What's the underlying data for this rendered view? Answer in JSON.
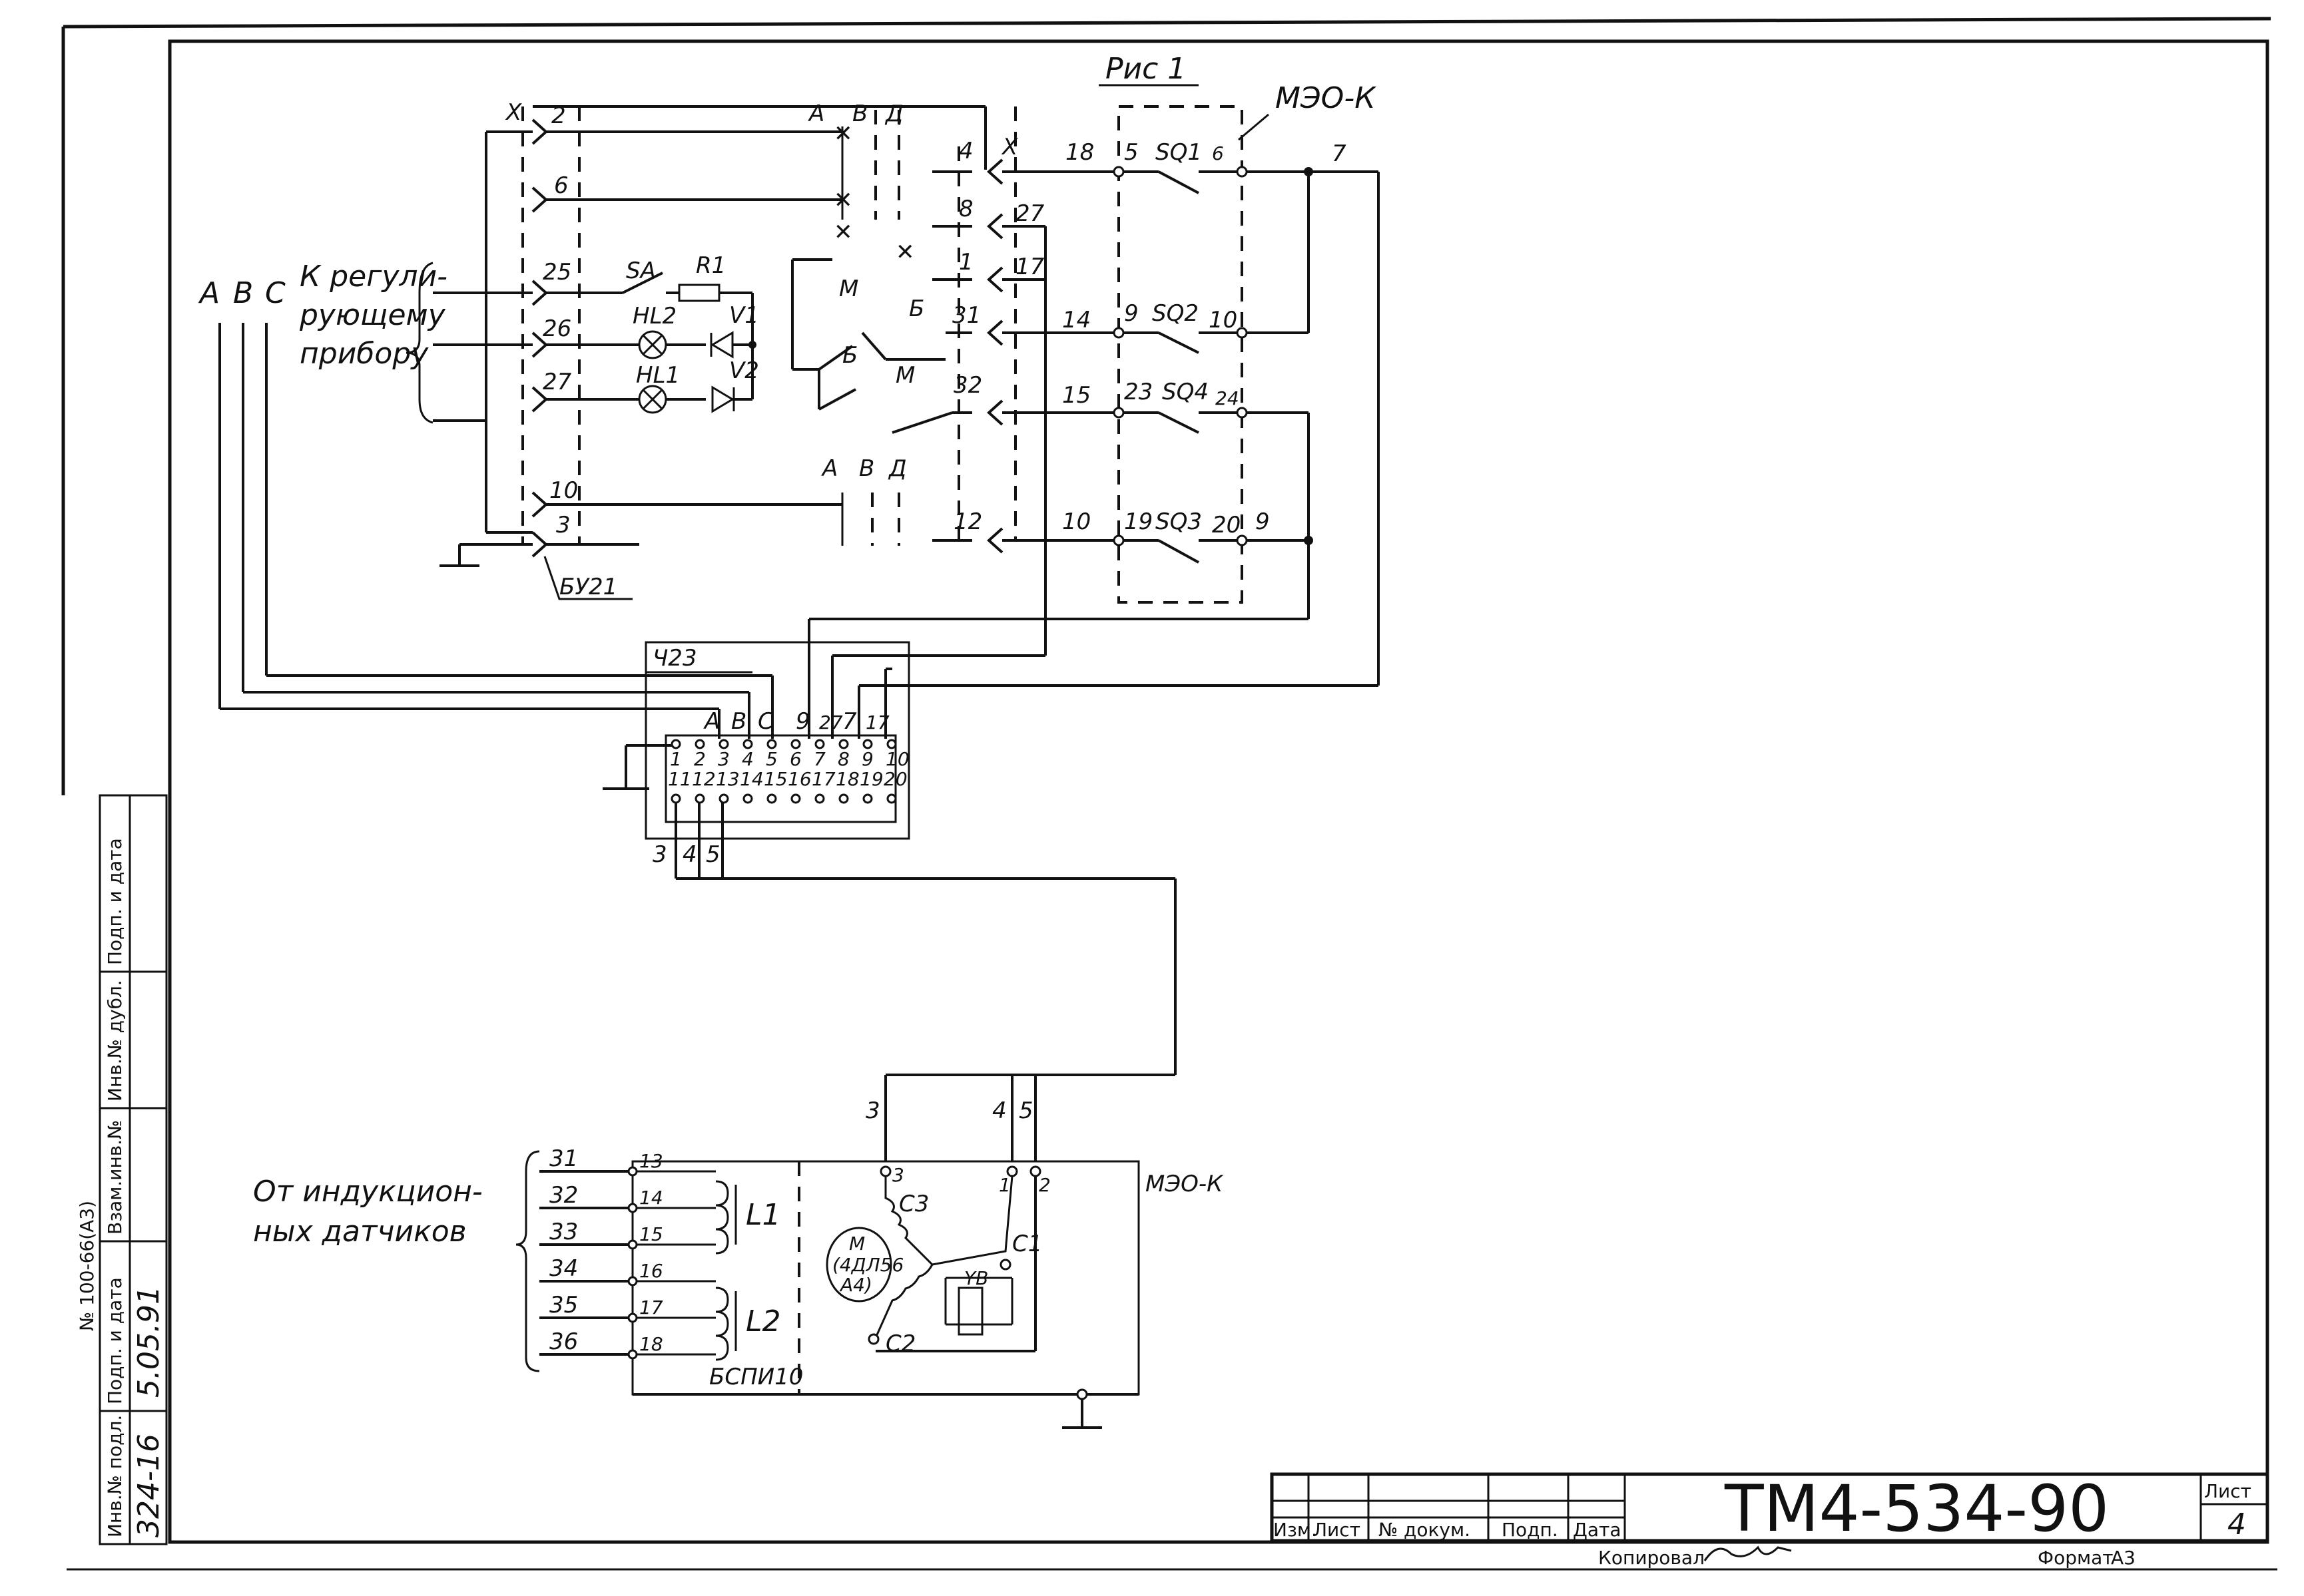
{
  "figure": {
    "title": "Рис 1",
    "device_top": "МЭО-К",
    "device_bottom": "МЭО-К",
    "motor": [
      "М",
      "(4ДЛ56",
      "А4)"
    ],
    "brake": "YB"
  },
  "connector_left": {
    "pins": [
      "2",
      "6",
      "25",
      "26",
      "27",
      "10",
      "3"
    ],
    "name": "БУ21",
    "x_mark": "Х"
  },
  "connector_right": {
    "pins": [
      "4",
      "8",
      "1",
      "31",
      "32",
      "12"
    ],
    "x_mark": "Х"
  },
  "abd_labels": {
    "top": [
      "А",
      "В",
      "Д"
    ],
    "bottom": [
      "А",
      "В",
      "Д"
    ]
  },
  "abc_labels": [
    "А",
    "В",
    "С"
  ],
  "regulator_note": [
    "К регули-",
    "рующему",
    "прибору"
  ],
  "left_components": {
    "switch": "SA",
    "resistor": "R1",
    "lamps": [
      "HL2",
      "HL1"
    ],
    "diodes": [
      "V1",
      "V2"
    ]
  },
  "center_contacts": [
    "М",
    "Б",
    "Б",
    "М"
  ],
  "right_wires": [
    "18",
    "27",
    "17",
    "14",
    "15",
    "10"
  ],
  "limit_switches": [
    {
      "name": "SQ1",
      "pins": [
        "5",
        "6"
      ],
      "out": "7"
    },
    {
      "name": "SQ2",
      "pins": [
        "9",
        "10"
      ]
    },
    {
      "name": "SQ4",
      "pins": [
        "23",
        "24"
      ]
    },
    {
      "name": "SQ3",
      "pins": [
        "19",
        "20"
      ],
      "out": "9"
    }
  ],
  "plug": {
    "name": "Ч23",
    "top_row": [
      "1",
      "2",
      "3",
      "4",
      "5",
      "6",
      "7",
      "8",
      "9",
      "10"
    ],
    "bottom_row": [
      "11",
      "12",
      "13",
      "14",
      "15",
      "16",
      "17",
      "18",
      "19",
      "20"
    ],
    "wire_labels": [
      "А",
      "В",
      "С",
      "9",
      "27",
      "7",
      "17"
    ],
    "out_labels": [
      "3",
      "4",
      "5"
    ]
  },
  "bottom_block": {
    "source_note": [
      "От индукцион-",
      "ных датчиков"
    ],
    "left_wires": [
      "31",
      "32",
      "33",
      "34",
      "35",
      "36"
    ],
    "terminals": [
      "13",
      "14",
      "15",
      "16",
      "17",
      "18"
    ],
    "coils": [
      "L1",
      "L2"
    ],
    "block_name": "БСПИ10",
    "incoming": [
      "3",
      "4",
      "5"
    ],
    "motor_pins": [
      "3",
      "1",
      "2"
    ],
    "windings": [
      "С3",
      "С1",
      "С2"
    ]
  },
  "margin_stamp": {
    "labels": [
      "Инв.№ подл.",
      "Подп. и дата",
      "Взам.инв.№",
      "Инв.№ дубл.",
      "Подп. и дата"
    ],
    "values": [
      "324-16",
      "5.05.91",
      "",
      "",
      ""
    ],
    "note": "№ 100-66(А3)"
  },
  "title_block": {
    "code": "ТМ4-534-90",
    "sheet_label": "Лист",
    "sheet_number": "4",
    "columns": [
      "Изм.",
      "Лист",
      "№ докум.",
      "Подп.",
      "Дата"
    ],
    "copied_label": "Копировал",
    "format_label": "Формат",
    "format_value": "А3"
  }
}
